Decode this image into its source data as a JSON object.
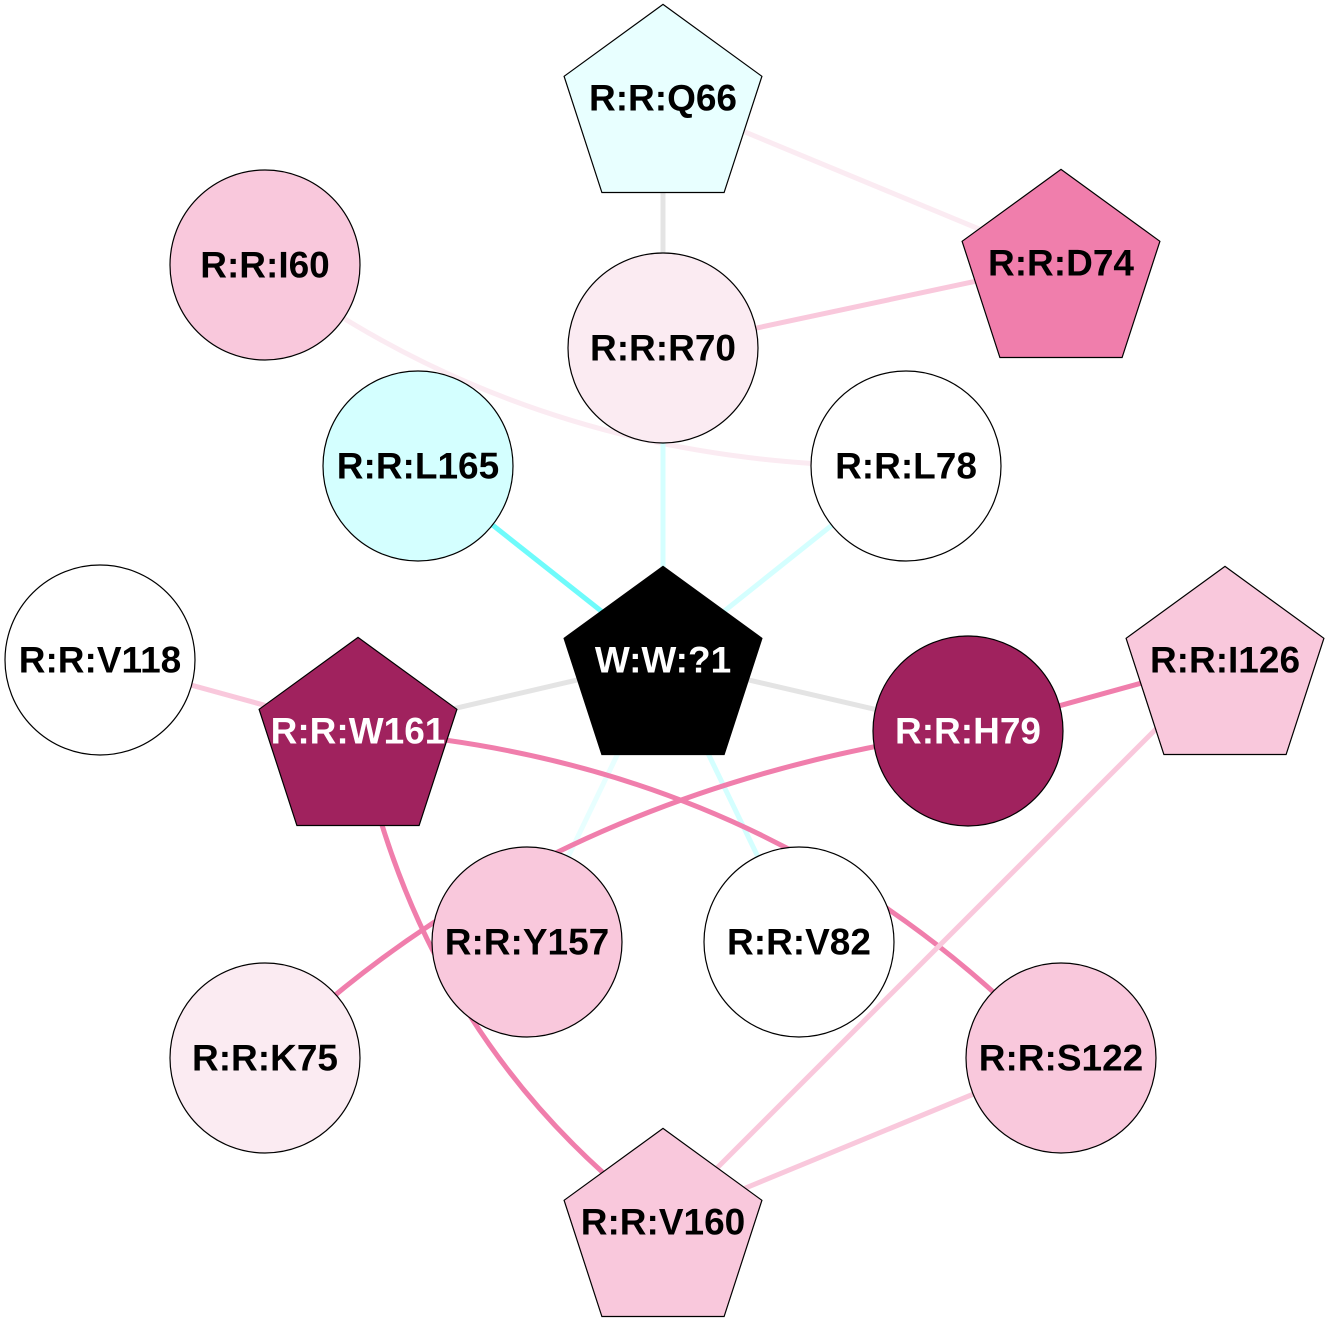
{
  "nodes": [
    {
      "id": "q66",
      "label": "R:R:Q66",
      "shape": "pentagon",
      "fill": "#e8ffff",
      "text": "#000000"
    },
    {
      "id": "d74",
      "label": "R:R:D74",
      "shape": "pentagon",
      "fill": "#f07eac",
      "text": "#000000"
    },
    {
      "id": "i60",
      "label": "R:R:I60",
      "shape": "circle",
      "fill": "#f9c8dc",
      "text": "#000000"
    },
    {
      "id": "r70",
      "label": "R:R:R70",
      "shape": "circle",
      "fill": "#fbebf2",
      "text": "#000000"
    },
    {
      "id": "l165",
      "label": "R:R:L165",
      "shape": "circle",
      "fill": "#d4ffff",
      "text": "#000000"
    },
    {
      "id": "l78",
      "label": "R:R:L78",
      "shape": "circle",
      "fill": "#ffffff",
      "text": "#000000"
    },
    {
      "id": "w1",
      "label": "W:W:?1",
      "shape": "pentagon",
      "fill": "#000000",
      "text": "#ffffff"
    },
    {
      "id": "v118",
      "label": "R:R:V118",
      "shape": "circle",
      "fill": "#ffffff",
      "text": "#000000"
    },
    {
      "id": "w161",
      "label": "R:R:W161",
      "shape": "pentagon",
      "fill": "#a0225e",
      "text": "#ffffff"
    },
    {
      "id": "h79",
      "label": "R:R:H79",
      "shape": "circle",
      "fill": "#a0225e",
      "text": "#ffffff"
    },
    {
      "id": "i126",
      "label": "R:R:I126",
      "shape": "pentagon",
      "fill": "#f9c8dc",
      "text": "#000000"
    },
    {
      "id": "y157",
      "label": "R:R:Y157",
      "shape": "circle",
      "fill": "#f9c8dc",
      "text": "#000000"
    },
    {
      "id": "v82",
      "label": "R:R:V82",
      "shape": "circle",
      "fill": "#ffffff",
      "text": "#000000"
    },
    {
      "id": "k75",
      "label": "R:R:K75",
      "shape": "circle",
      "fill": "#fbebf2",
      "text": "#000000"
    },
    {
      "id": "s122",
      "label": "R:R:S122",
      "shape": "circle",
      "fill": "#f9c8dc",
      "text": "#000000"
    },
    {
      "id": "v160",
      "label": "R:R:V160",
      "shape": "pentagon",
      "fill": "#f9c8dc",
      "text": "#000000"
    }
  ],
  "edges": [
    {
      "source": "q66",
      "target": "r70",
      "color": "#e4e4e4"
    },
    {
      "source": "q66",
      "target": "d74",
      "color": "#fbebf2"
    },
    {
      "source": "r70",
      "target": "d74",
      "color": "#f9c8dc"
    },
    {
      "source": "i60",
      "target": "l78",
      "color": "#fbebf2"
    },
    {
      "source": "r70",
      "target": "w1",
      "color": "#d4ffff"
    },
    {
      "source": "l165",
      "target": "w1",
      "color": "#6ffbfb"
    },
    {
      "source": "l78",
      "target": "w1",
      "color": "#d4ffff"
    },
    {
      "source": "w1",
      "target": "w161",
      "color": "#e4e4e4"
    },
    {
      "source": "w1",
      "target": "h79",
      "color": "#e4e4e4"
    },
    {
      "source": "w1",
      "target": "y157",
      "color": "#e8ffff"
    },
    {
      "source": "w1",
      "target": "v82",
      "color": "#d4ffff"
    },
    {
      "source": "v118",
      "target": "w161",
      "color": "#f9c8dc"
    },
    {
      "source": "w161",
      "target": "s122",
      "color": "#f07eac"
    },
    {
      "source": "w161",
      "target": "v160",
      "color": "#f07eac"
    },
    {
      "source": "h79",
      "target": "i126",
      "color": "#f07eac"
    },
    {
      "source": "h79",
      "target": "k75",
      "color": "#f07eac"
    },
    {
      "source": "i126",
      "target": "v160",
      "color": "#f9c8dc"
    },
    {
      "source": "s122",
      "target": "v160",
      "color": "#f9c8dc"
    }
  ]
}
